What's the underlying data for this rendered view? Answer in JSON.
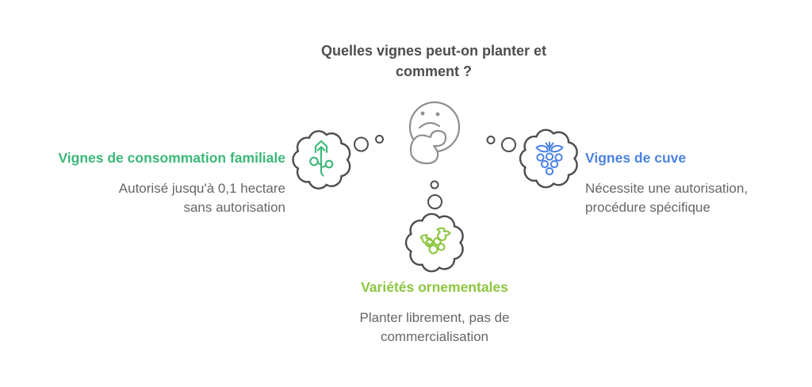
{
  "title": {
    "line1": "Quelles vignes peut-on planter et",
    "line2": "comment ?"
  },
  "center": {
    "icon": "thinking-face-icon"
  },
  "sections": {
    "family": {
      "heading": "Vignes de consommation familiale",
      "line1": "Autorisé jusqu'à 0,1 hectare",
      "line2": "sans autorisation",
      "accent_color": "#3bb878",
      "icon": "home-vine-icon"
    },
    "cuve": {
      "heading": "Vignes de cuve",
      "line1": "Nécessite une autorisation,",
      "line2": "procédure spécifique",
      "accent_color": "#4a82e4",
      "icon": "grapes-icon"
    },
    "ornamental": {
      "heading": "Variétés ornementales",
      "line1": "Planter librement, pas de",
      "line2": "commercialisation",
      "accent_color": "#8cc63f",
      "icon": "holly-berries-icon"
    }
  },
  "colors": {
    "title_text": "#4d4d4d",
    "body_text": "#666666",
    "bubble_outline": "#4d4d4d",
    "face_outline": "#8f8f8f",
    "family_green": "#3bb878",
    "cuve_blue": "#4a82e4",
    "ornamental_olive": "#8cc63f"
  }
}
